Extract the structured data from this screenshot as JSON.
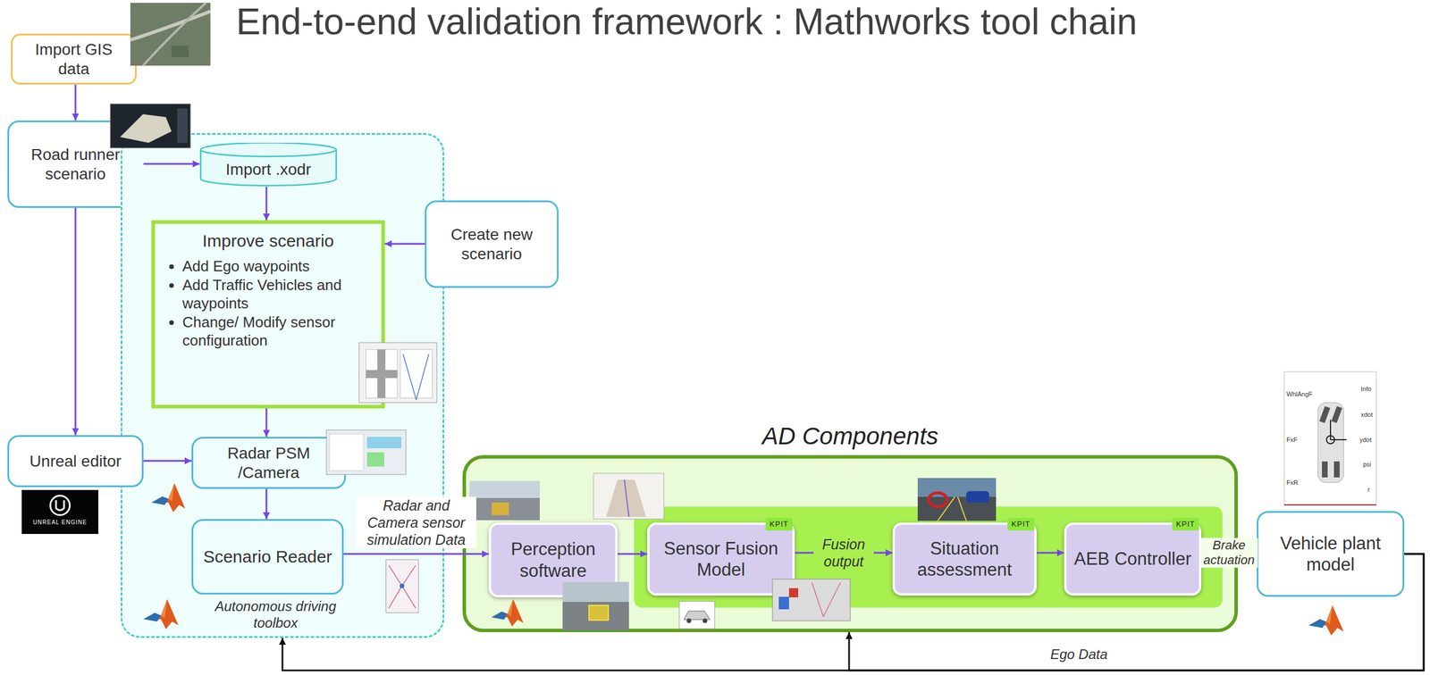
{
  "diagram": {
    "title": "End-to-end validation framework : Mathworks tool chain",
    "nodes": [
      {
        "text": [
          "Import GIS data"
        ]
      },
      {
        "text": [
          "Road runner scenario"
        ]
      },
      {
        "text": [
          "Autonomous driving toolbox"
        ]
      },
      {
        "text": [
          "Import .xodr"
        ],
        "in": 2
      },
      {
        "text": [
          "Improve scenario",
          "Add Ego waypoints",
          "Add Traffic Vehicles and waypoints",
          "Change/ Modify sensor configuration"
        ],
        "in": 2
      },
      {
        "text": [
          "Create new scenario"
        ]
      },
      {
        "text": [
          "Unreal editor"
        ]
      },
      {
        "text": [
          "Radar PSM /Camera"
        ],
        "in": 2
      },
      {
        "text": [
          "Scenario Reader"
        ],
        "in": 2
      },
      {
        "text": [
          "AD Components"
        ]
      },
      {
        "text": [
          "Perception software"
        ],
        "in": 9
      },
      {
        "text": [
          "Sensor Fusion Model"
        ],
        "in": 9
      },
      {
        "text": [
          "Situation assessment"
        ],
        "in": 9
      },
      {
        "text": [
          "AEB Controller"
        ],
        "in": 9
      },
      {
        "text": [
          "Vehicle plant model"
        ]
      }
    ],
    "edges": [
      {
        "from": 0,
        "to": 1,
        "arrow": "to"
      },
      {
        "from": 1,
        "to": 3,
        "arrow": "to"
      },
      {
        "from": 3,
        "to": 4,
        "arrow": "to"
      },
      {
        "from": 5,
        "to": 4,
        "arrow": "to"
      },
      {
        "from": 1,
        "to": 6,
        "arrow": "to"
      },
      {
        "from": 4,
        "to": 7,
        "arrow": "to"
      },
      {
        "from": 6,
        "to": 7,
        "arrow": "to"
      },
      {
        "from": 7,
        "to": 8,
        "arrow": "to"
      },
      {
        "from": 8,
        "to": 10,
        "arrow": "to",
        "label": "Radar and Camera sensor simulation Data"
      },
      {
        "from": 10,
        "to": 11,
        "arrow": "to"
      },
      {
        "from": 11,
        "to": 12,
        "arrow": "to",
        "label": "Fusion output"
      },
      {
        "from": 12,
        "to": 13,
        "arrow": "to"
      },
      {
        "from": 13,
        "to": 14,
        "arrow": "to",
        "label": "Brake actuation"
      },
      {
        "from": 14,
        "to": 2,
        "arrow": "to"
      },
      {
        "from": 14,
        "to": 9,
        "arrow": "to",
        "label": "Ego Data"
      }
    ],
    "labels": [
      "KPIT",
      "KPIT",
      "KPIT",
      "UNREAL ENGINE",
      "WhlAngF",
      "Info",
      "xdot",
      "FxF",
      "ydot",
      "psi",
      "FxR",
      "r"
    ]
  }
}
